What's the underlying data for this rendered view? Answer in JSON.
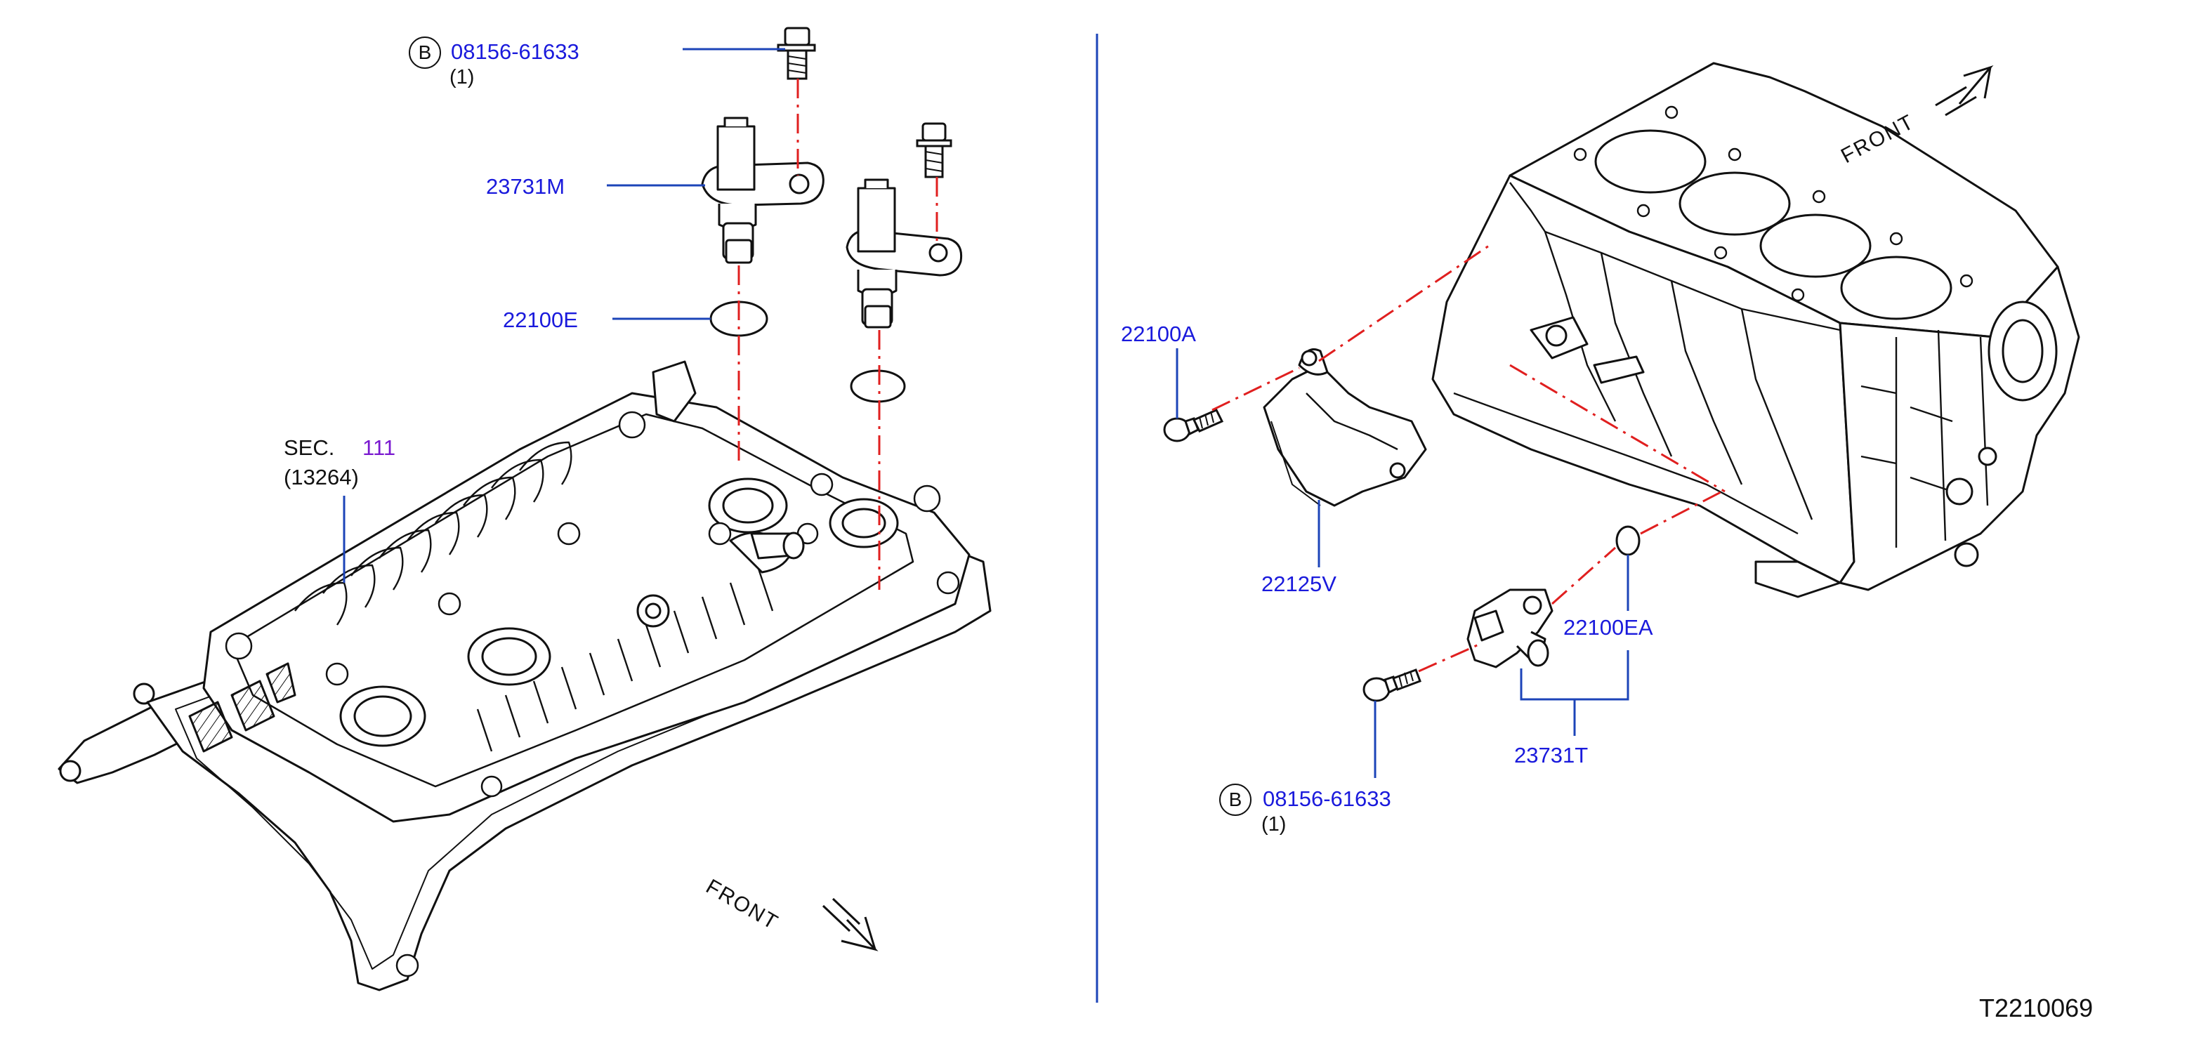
{
  "diagram_id": "T2210069",
  "front_label": "FRONT",
  "left_view": {
    "bolt_top": {
      "badge": "B",
      "part_number": "08156-61633",
      "qty": "(1)"
    },
    "cam_sensor": {
      "part_number": "23731M"
    },
    "oring": {
      "part_number": "22100E"
    },
    "section_ref": {
      "prefix": "SEC.",
      "number": "111",
      "sub": "(13264)"
    }
  },
  "right_view": {
    "bolt": {
      "part_number": "22100A"
    },
    "cover": {
      "part_number": "22125V"
    },
    "oring": {
      "part_number": "22100EA"
    },
    "crank_sensor": {
      "part_number": "23731T"
    },
    "bolt_bottom": {
      "badge": "B",
      "part_number": "08156-61633",
      "qty": "(1)"
    }
  },
  "colors": {
    "line": "#111111",
    "leader": "#1c44b8",
    "dash": "#e01f1f",
    "divider": "#1c44b8",
    "part_text": "#1a1adc",
    "section_text": "#7a1ad0"
  }
}
